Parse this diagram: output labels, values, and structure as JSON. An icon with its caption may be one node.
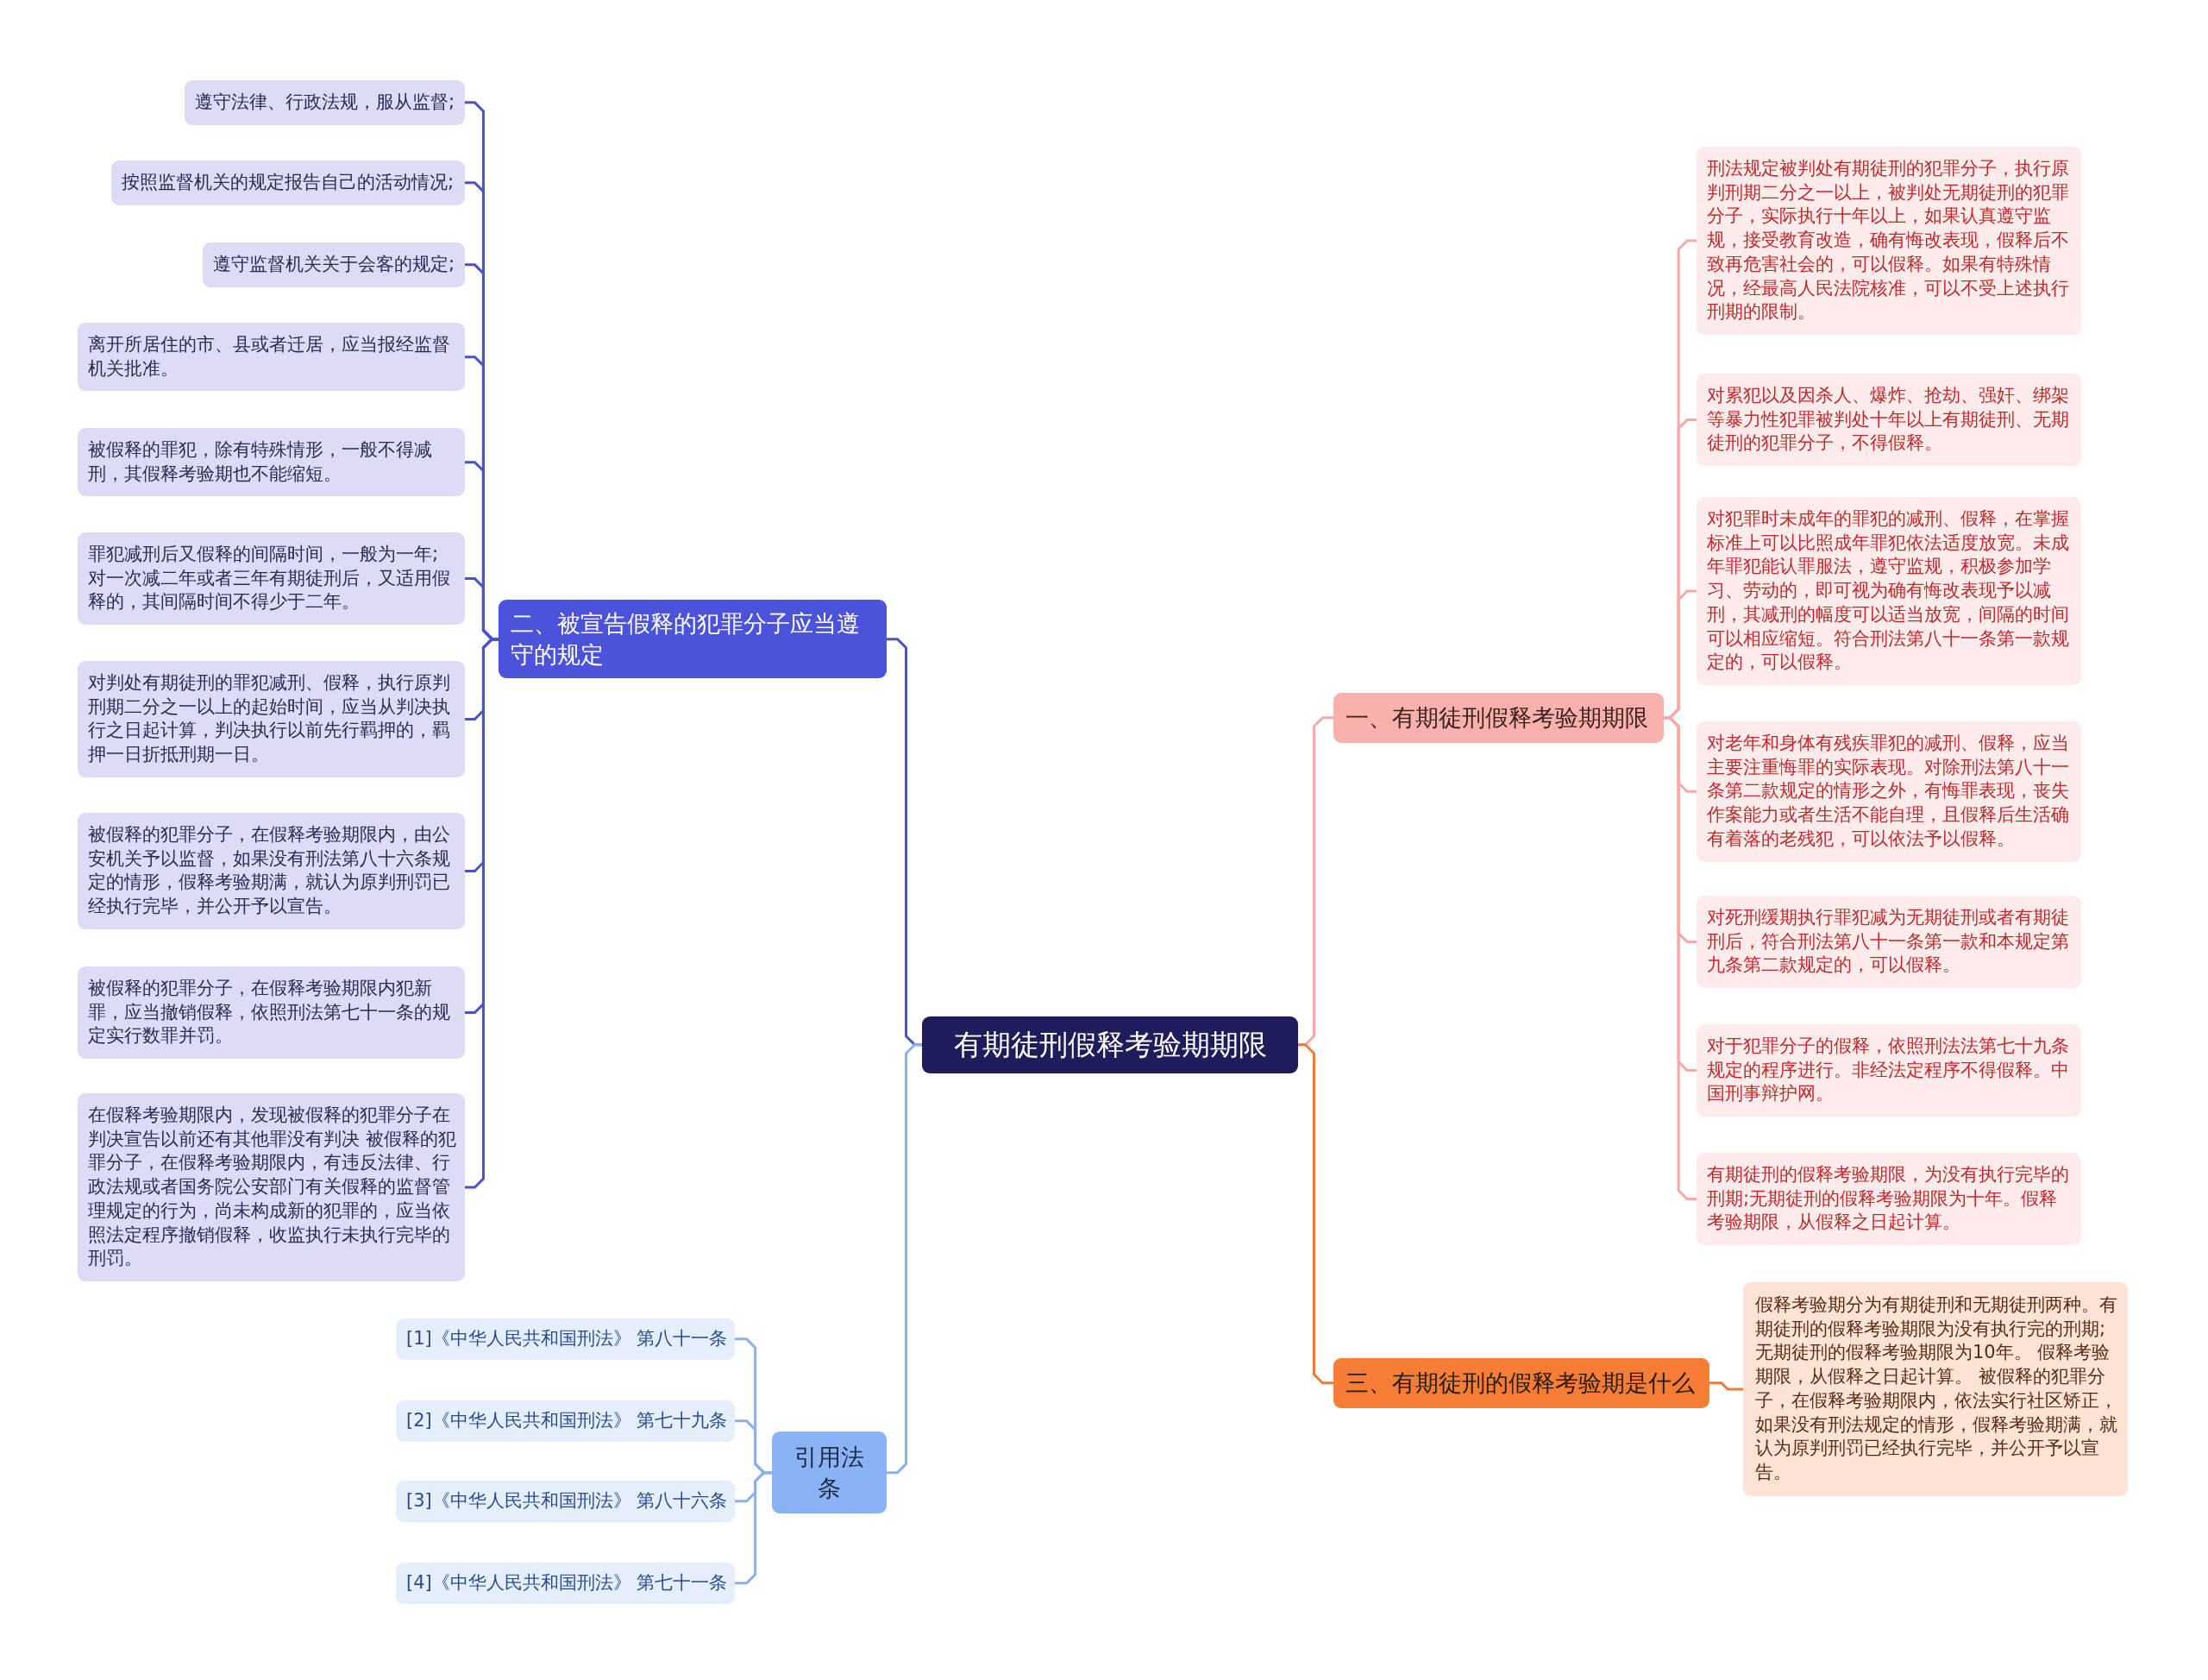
{
  "diagram": {
    "nodes": [
      {
        "text": [
          "有期徒刑假释考验期期限"
        ]
      },
      {
        "text": [
          "一、有期徒刑假释考验期期限"
        ]
      },
      {
        "text": [
          "刑法规定被判处有期徒刑的犯罪分子，执行原判刑期二分之一以上，被判处无期徒刑的犯罪分子，实际执行十年以上，如果认真遵守监规，接受教育改造，确有悔改表现，假释后不致再危害社会的，可以假释。如果有特殊情况，经最高人民法院核准，可以不受上述执行刑期的限制。"
        ]
      },
      {
        "text": [
          "对累犯以及因杀人、爆炸、抢劫、强奸、绑架等暴力性犯罪被判处十年以上有期徒刑、无期徒刑的犯罪分子，不得假释。"
        ]
      },
      {
        "text": [
          "对犯罪时未成年的罪犯的减刑、假释，在掌握标准上可以比照成年罪犯依法适度放宽。未成年罪犯能认罪服法，遵守监规，积极参加学习、劳动的，即可视为确有悔改表现予以减刑，其减刑的幅度可以适当放宽，间隔的时间可以相应缩短。符合刑法第八十一条第一款规定的，可以假释。"
        ]
      },
      {
        "text": [
          "对老年和身体有残疾罪犯的减刑、假释，应当主要注重悔罪的实际表现。对除刑法第八十一条第二款规定的情形之外，有悔罪表现，丧失作案能力或者生活不能自理，且假释后生活确有着落的老残犯，可以依法予以假释。"
        ]
      },
      {
        "text": [
          "对死刑缓期执行罪犯减为无期徒刑或者有期徒刑后，符合刑法第八十一条第一款和本规定第九条第二款规定的，可以假释。"
        ]
      },
      {
        "text": [
          "对于犯罪分子的假释，依照刑法法第七十九条规定的程序进行。非经法定程序不得假释。中国刑事辩护网。"
        ]
      },
      {
        "text": [
          "有期徒刑的假释考验期限，为没有执行完毕的刑期;无期徒刑的假释考验期限为十年。假释考验期限，从假释之日起计算。"
        ]
      },
      {
        "text": [
          "三、有期徒刑的假释考验期是什么"
        ]
      },
      {
        "text": [
          "假释考验期分为有期徒刑和无期徒刑两种。有期徒刑的假释考验期限为没有执行完的刑期;无期徒刑的假释考验期限为10年。 假释考验期限，从假释之日起计算。 被假释的犯罪分子，在假释考验期限内，依法实行社区矫正，如果没有刑法规定的情形，假释考验期满，就认为原判刑罚已经执行完毕，并公开予以宣告。"
        ]
      },
      {
        "text": [
          "二、被宣告假释的犯罪分子应当遵守的规定"
        ]
      },
      {
        "text": [
          "遵守法律、行政法规，服从监督;"
        ]
      },
      {
        "text": [
          "按照监督机关的规定报告自己的活动情况;"
        ]
      },
      {
        "text": [
          "遵守监督机关关于会客的规定;"
        ]
      },
      {
        "text": [
          "离开所居住的市、县或者迁居，应当报经监督机关批准。"
        ]
      },
      {
        "text": [
          "被假释的罪犯，除有特殊情形，一般不得减刑，其假释考验期也不能缩短。"
        ]
      },
      {
        "text": [
          "罪犯减刑后又假释的间隔时间，一般为一年;对一次减二年或者三年有期徒刑后，又适用假释的，其间隔时间不得少于二年。"
        ]
      },
      {
        "text": [
          "对判处有期徒刑的罪犯减刑、假释，执行原判刑期二分之一以上的起始时间，应当从判决执行之日起计算，判决执行以前先行羁押的，羁押一日折抵刑期一日。"
        ]
      },
      {
        "text": [
          "被假释的犯罪分子，在假释考验期限内，由公安机关予以监督，如果没有刑法第八十六条规定的情形，假释考验期满，就认为原判刑罚已经执行完毕，并公开予以宣告。"
        ]
      },
      {
        "text": [
          "被假释的犯罪分子，在假释考验期限内犯新罪，应当撤销假释，依照刑法第七十一条的规定实行数罪并罚。"
        ]
      },
      {
        "text": [
          "在假释考验期限内，发现被假释的犯罪分子在判决宣告以前还有其他罪没有判决 被假释的犯罪分子，在假释考验期限内，有违反法律、行政法规或者国务院公安部门有关假释的监督管理规定的行为，尚未构成新的犯罪的，应当依照法定程序撤销假释，收监执行未执行完毕的刑罚。"
        ]
      },
      {
        "text": [
          "引用法条"
        ]
      },
      {
        "text": [
          "[1]《中华人民共和国刑法》 第八十一条"
        ]
      },
      {
        "text": [
          "[2]《中华人民共和国刑法》 第七十九条"
        ]
      },
      {
        "text": [
          "[3]《中华人民共和国刑法》 第八十六条"
        ]
      },
      {
        "text": [
          "[4]《中华人民共和国刑法》 第七十一条"
        ]
      }
    ],
    "edges": [
      {
        "from": 0,
        "to": 1,
        "arrow": "none",
        "color": "#f6a9a6"
      },
      {
        "from": 1,
        "to": 2,
        "arrow": "none",
        "color": "#f6a9a6"
      },
      {
        "from": 1,
        "to": 3,
        "arrow": "none",
        "color": "#f6a9a6"
      },
      {
        "from": 1,
        "to": 4,
        "arrow": "none",
        "color": "#f6a9a6"
      },
      {
        "from": 1,
        "to": 5,
        "arrow": "none",
        "color": "#f6a9a6"
      },
      {
        "from": 1,
        "to": 6,
        "arrow": "none",
        "color": "#f6a9a6"
      },
      {
        "from": 1,
        "to": 7,
        "arrow": "none",
        "color": "#f6a9a6"
      },
      {
        "from": 1,
        "to": 8,
        "arrow": "none",
        "color": "#f6a9a6"
      },
      {
        "from": 0,
        "to": 9,
        "arrow": "none",
        "color": "#f07a3a"
      },
      {
        "from": 9,
        "to": 10,
        "arrow": "none",
        "color": "#f07a3a"
      },
      {
        "from": 0,
        "to": 11,
        "arrow": "none"
      },
      {
        "from": 11,
        "to": 12,
        "arrow": "none"
      },
      {
        "from": 11,
        "to": 13,
        "arrow": "none"
      },
      {
        "from": 11,
        "to": 14,
        "arrow": "none"
      },
      {
        "from": 11,
        "to": 15,
        "arrow": "none"
      },
      {
        "from": 11,
        "to": 16,
        "arrow": "none"
      },
      {
        "from": 11,
        "to": 17,
        "arrow": "none"
      },
      {
        "from": 11,
        "to": 18,
        "arrow": "none"
      },
      {
        "from": 11,
        "to": 19,
        "arrow": "none"
      },
      {
        "from": 11,
        "to": 20,
        "arrow": "none"
      },
      {
        "from": 11,
        "to": 21,
        "arrow": "none"
      },
      {
        "from": 0,
        "to": 22,
        "arrow": "none",
        "color": "#8bb0ee"
      },
      {
        "from": 22,
        "to": 23,
        "arrow": "none",
        "color": "#8bb0ee"
      },
      {
        "from": 22,
        "to": 24,
        "arrow": "none",
        "color": "#8bb0ee"
      },
      {
        "from": 22,
        "to": 25,
        "arrow": "none",
        "color": "#8bb0ee"
      },
      {
        "from": 22,
        "to": 26,
        "arrow": "none",
        "color": "#8bb0ee"
      }
    ]
  }
}
